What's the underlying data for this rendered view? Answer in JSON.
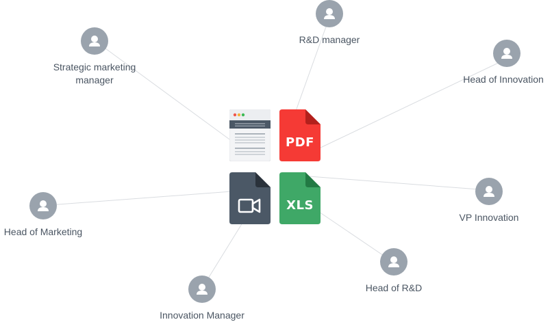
{
  "personas": [
    {
      "id": "strategic-marketing-manager",
      "label": "Strategic marketing\nmanager"
    },
    {
      "id": "rd-manager",
      "label": "R&D manager"
    },
    {
      "id": "head-of-innovation",
      "label": "Head of Innovation"
    },
    {
      "id": "head-of-marketing",
      "label": "Head of Marketing"
    },
    {
      "id": "vp-innovation",
      "label": "VP Innovation"
    },
    {
      "id": "head-of-rd",
      "label": "Head of R&D"
    },
    {
      "id": "innovation-manager",
      "label": "Innovation Manager"
    }
  ],
  "documents": [
    {
      "id": "webpage",
      "icon": "browser-page-icon",
      "label": "",
      "color": "#f3f4f6"
    },
    {
      "id": "pdf",
      "icon": "pdf-file-icon",
      "label": "PDF",
      "color": "#f53a35"
    },
    {
      "id": "video",
      "icon": "video-file-icon",
      "label": "",
      "color": "#4b5866"
    },
    {
      "id": "xls",
      "icon": "spreadsheet-file-icon",
      "label": "XLS",
      "color": "#3fa867"
    }
  ],
  "colors": {
    "avatar": "#9aa3ad",
    "label_text": "#4a5562",
    "connector": "#d9dce0"
  }
}
